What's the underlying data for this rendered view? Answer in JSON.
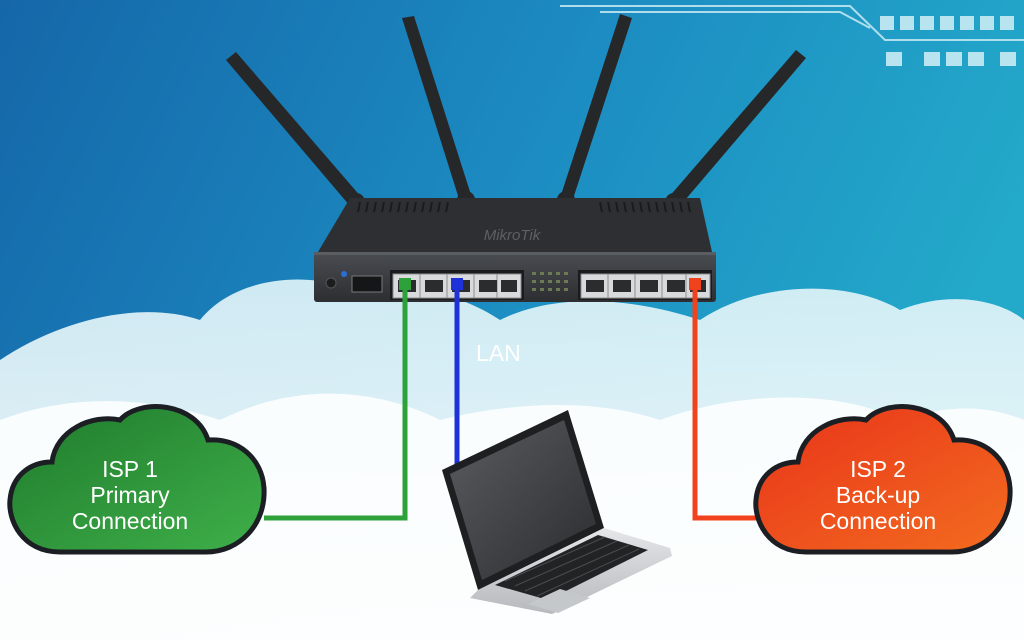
{
  "diagram": {
    "router": {
      "brand_logo_text": "MikroTik"
    },
    "lan_label": "LAN",
    "isp1": {
      "line1": "ISP 1",
      "line2": "Primary",
      "line3": "Connection",
      "color": "#2f8f2f"
    },
    "isp2": {
      "line1": "ISP 2",
      "line2": "Back-up",
      "line3": "Connection",
      "color": "#e8401c"
    },
    "cable_colors": {
      "isp1": "#2da13a",
      "lan": "#1d32d8",
      "isp2": "#f0421c"
    },
    "icons": [
      "router-icon",
      "laptop-icon",
      "cloud-icon"
    ]
  }
}
